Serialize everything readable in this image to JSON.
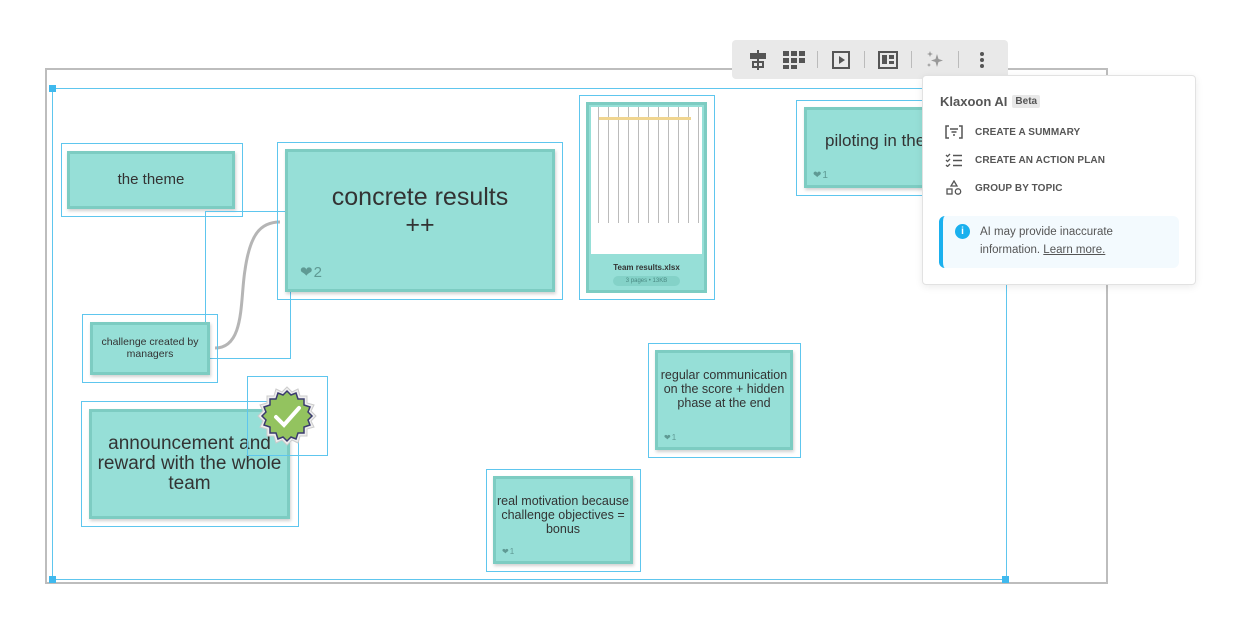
{
  "board": {
    "notes": [
      {
        "text": "the theme"
      },
      {
        "text": "concrete results ++",
        "likes": "2"
      },
      {
        "text": "piloting in the",
        "likes": "1"
      },
      {
        "text": "challenge created by managers"
      },
      {
        "text": "announcement and reward with the whole team"
      },
      {
        "text": "regular communication on the score + hidden phase at the end",
        "likes": "1"
      },
      {
        "text": "real motivation because challenge objectives = bonus",
        "likes": "1"
      }
    ],
    "file": {
      "name": "Team results.xlsx",
      "meta": "3 pages • 13KB"
    }
  },
  "toolbar": {
    "items": [
      "align-icon",
      "grid-icon",
      "present-icon",
      "frame-icon",
      "ai-sparkle-icon",
      "more-icon"
    ]
  },
  "ai_panel": {
    "title": "Klaxoon AI",
    "badge": "Beta",
    "items": [
      {
        "label": "CREATE A SUMMARY"
      },
      {
        "label": "CREATE AN ACTION PLAN"
      },
      {
        "label": "GROUP BY TOPIC"
      }
    ],
    "notice": "AI may provide inaccurate information.",
    "link": "Learn more."
  },
  "colors": {
    "note": "#96dfd7",
    "selection": "#5ec6ee",
    "info": "#1ab0ee"
  }
}
